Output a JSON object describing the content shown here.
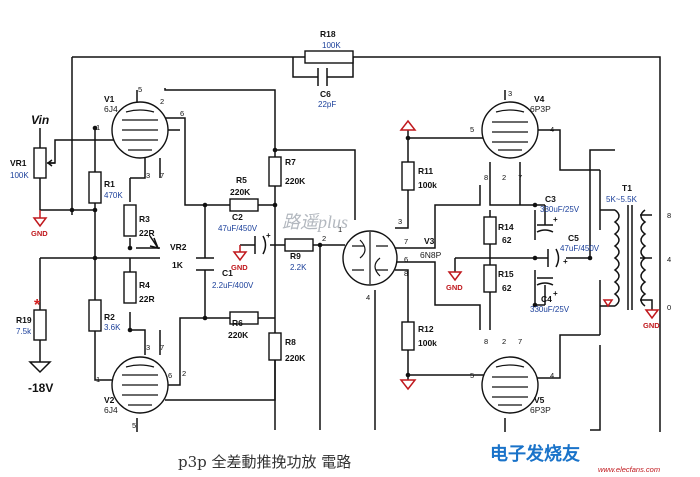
{
  "input": {
    "label": "Vin",
    "supply": "-18V"
  },
  "tubes": {
    "v1": {
      "ref": "V1",
      "type": "6J4"
    },
    "v2": {
      "ref": "V2",
      "type": "6J4"
    },
    "v3": {
      "ref": "V3",
      "type": "6N8P"
    },
    "v4": {
      "ref": "V4",
      "type": "6P3P"
    },
    "v5": {
      "ref": "V5",
      "type": "6P3P"
    }
  },
  "resistors": {
    "r1": {
      "ref": "R1",
      "value": "470K"
    },
    "r2": {
      "ref": "R2",
      "value": "3.6K"
    },
    "r3": {
      "ref": "R3",
      "value": "22R"
    },
    "r4": {
      "ref": "R4",
      "value": "22R"
    },
    "r5": {
      "ref": "R5",
      "value": "220K"
    },
    "r6": {
      "ref": "R6",
      "value": "220K"
    },
    "r7": {
      "ref": "R7",
      "value": "220K"
    },
    "r8": {
      "ref": "R8",
      "value": "220K"
    },
    "r9": {
      "ref": "R9",
      "value": "2.2K"
    },
    "r11": {
      "ref": "R11",
      "value": "100k"
    },
    "r12": {
      "ref": "R12",
      "value": "100k"
    },
    "r14": {
      "ref": "R14",
      "value": "62"
    },
    "r15": {
      "ref": "R15",
      "value": "62"
    },
    "r18": {
      "ref": "R18",
      "value": "100K"
    },
    "r19": {
      "ref": "R19",
      "value": "7.5k",
      "marker": "*"
    }
  },
  "capacitors": {
    "c1": {
      "ref": "C1",
      "value": "2.2uF/400V"
    },
    "c2": {
      "ref": "C2",
      "value": "47uF/450V"
    },
    "c3": {
      "ref": "C3",
      "value": "330uF/25V"
    },
    "c4": {
      "ref": "C4",
      "value": "330uF/25V"
    },
    "c5": {
      "ref": "C5",
      "value": "47uF/450V"
    },
    "c6": {
      "ref": "C6",
      "value": "22pF"
    }
  },
  "pots": {
    "vr1": {
      "ref": "VR1",
      "value": "100K"
    },
    "vr2": {
      "ref": "VR2",
      "value": "1K"
    }
  },
  "transformer": {
    "ref": "T1",
    "value": "5K~5.5K",
    "taps": [
      "8",
      "4",
      "0"
    ]
  },
  "ground_label": "GND",
  "pins": {
    "p1": "1",
    "p2": "2",
    "p3": "3",
    "p4": "4",
    "p5": "5",
    "p6": "6",
    "p7": "7",
    "p8": "8"
  },
  "watermark": "路遥plus",
  "caption": "p3p 全差動推挽功放 電路",
  "logo": {
    "text": "电子发烧友",
    "site": "www.elecfans.com"
  },
  "colors": {
    "ground": "#c0181d",
    "value_text": "#1a3f9a",
    "logo": "#1a73c9"
  }
}
